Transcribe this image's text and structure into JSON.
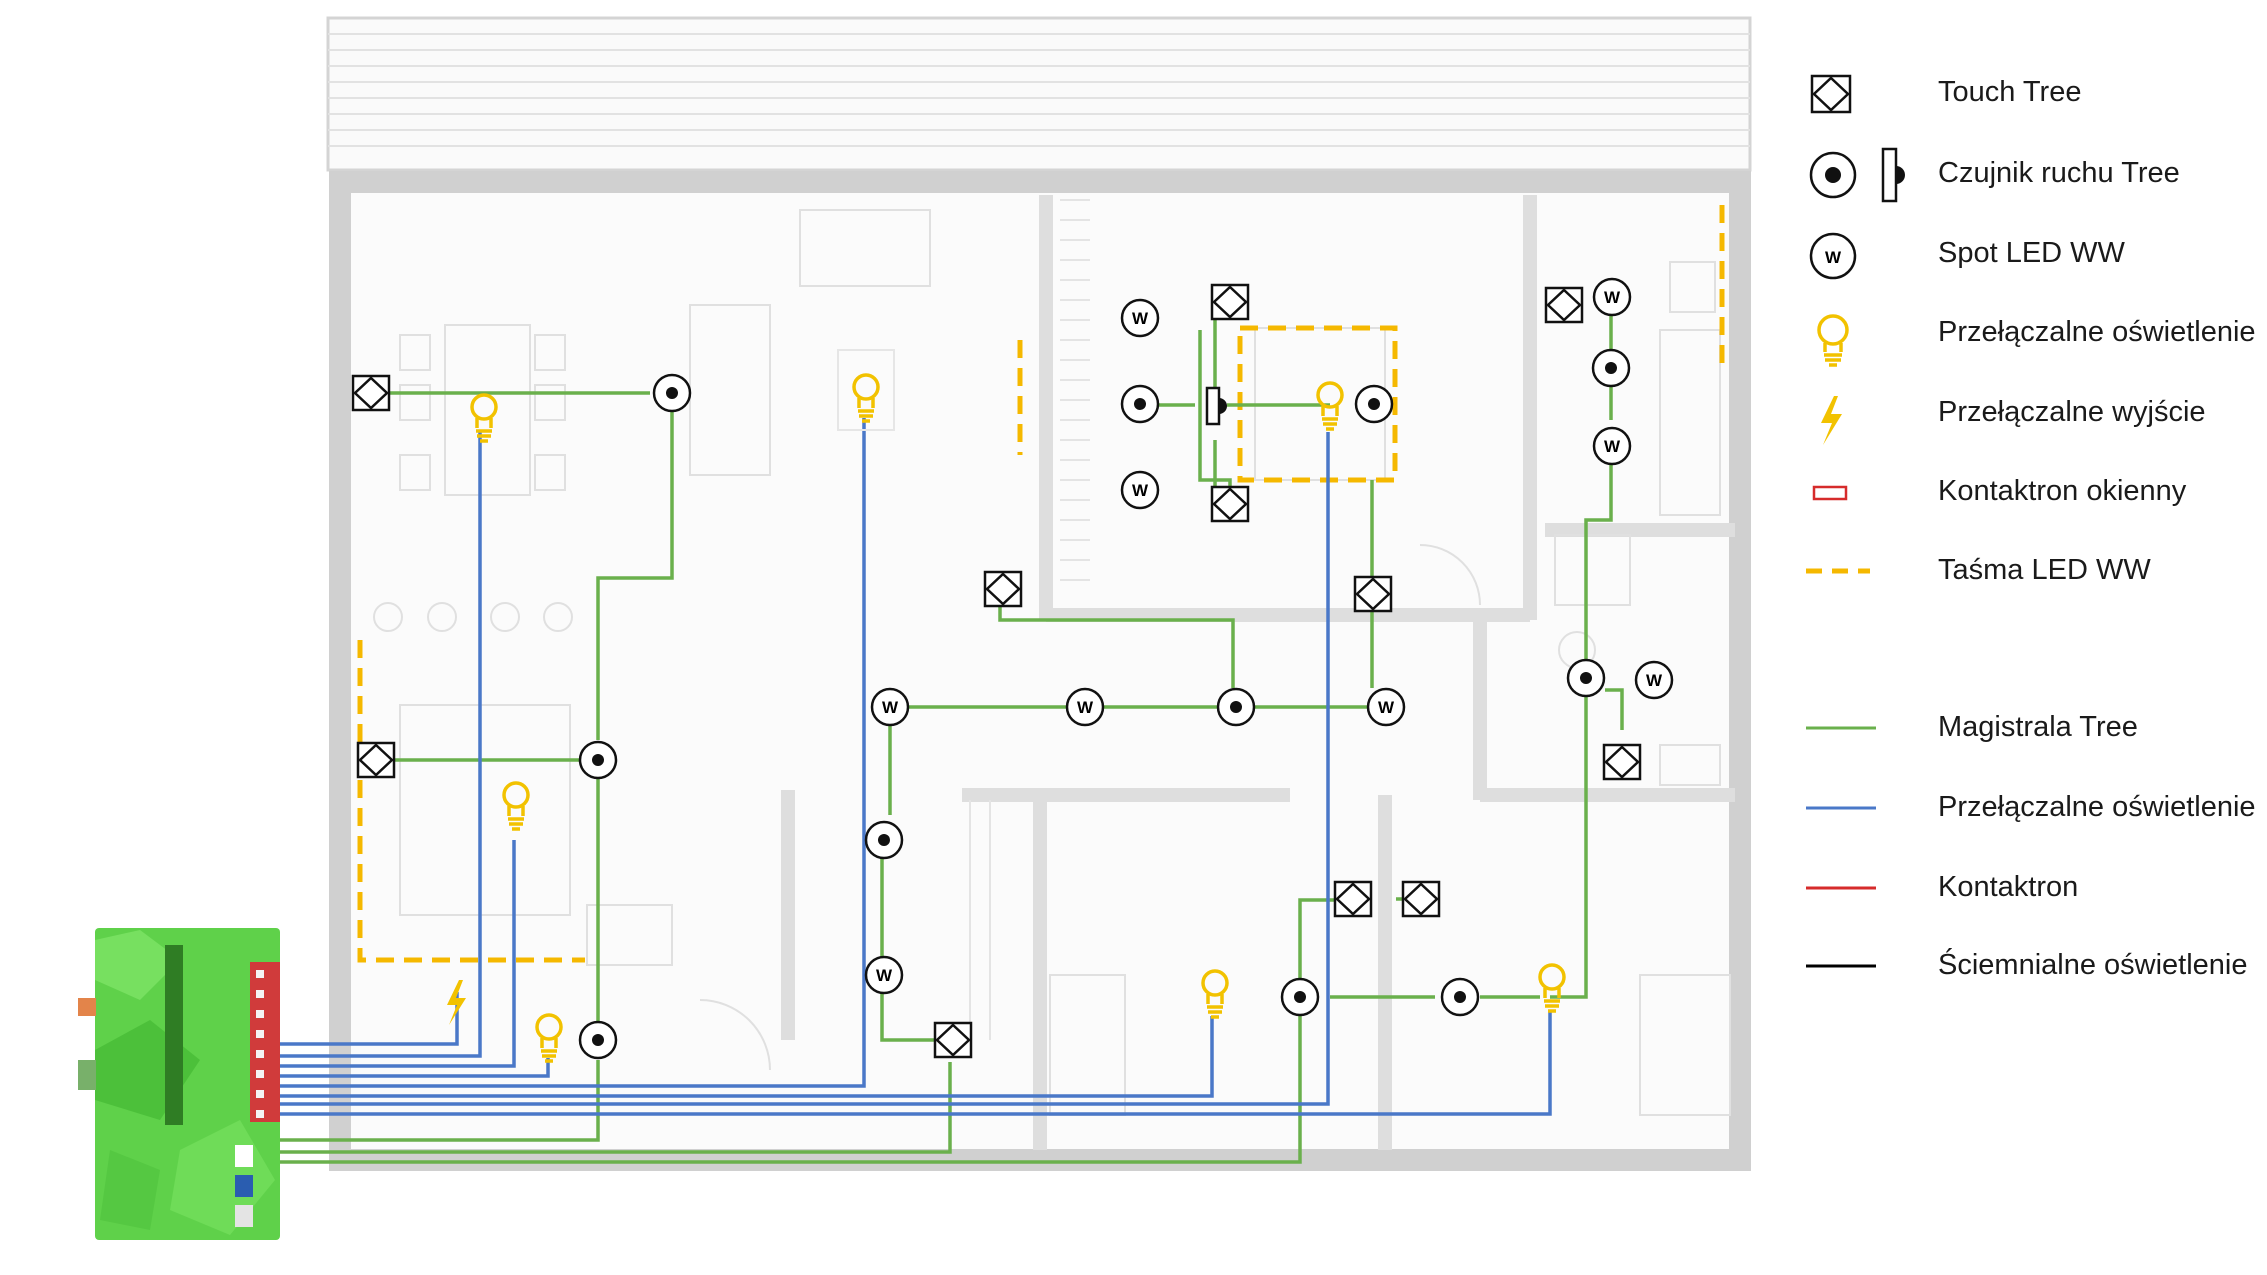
{
  "legend": [
    {
      "icon": "touch-tree-icon",
      "label": "Touch Tree"
    },
    {
      "icon": "motion-sensor-icon",
      "label": "Czujnik ruchu Tree"
    },
    {
      "icon": "spot-led-icon",
      "label": "Spot LED WW"
    },
    {
      "icon": "bulb-icon",
      "label": "Przełączalne oświetlenie"
    },
    {
      "icon": "lightning-icon",
      "label": "Przełączalne wyjście"
    },
    {
      "icon": "window-contact-icon",
      "label": "Kontaktron okienny"
    },
    {
      "icon": "led-strip-icon",
      "label": "Taśma LED WW"
    },
    {
      "icon": "green-line",
      "label": "Magistrala Tree"
    },
    {
      "icon": "blue-line",
      "label": "Przełączalne oświetlenie"
    },
    {
      "icon": "red-line",
      "label": "Kontaktron"
    },
    {
      "icon": "black-line",
      "label": "Ściemnialne oświetlenie"
    }
  ],
  "spot_symbol_letter": "W",
  "colors": {
    "tree_bus": "#6ab04c",
    "switched_lighting": "#4a78c8",
    "contact": "#d62b2b",
    "dimmed_lighting": "#000000",
    "led_strip": "#f5b800",
    "bulb": "#f2c200",
    "controller": "#5fd14a"
  }
}
